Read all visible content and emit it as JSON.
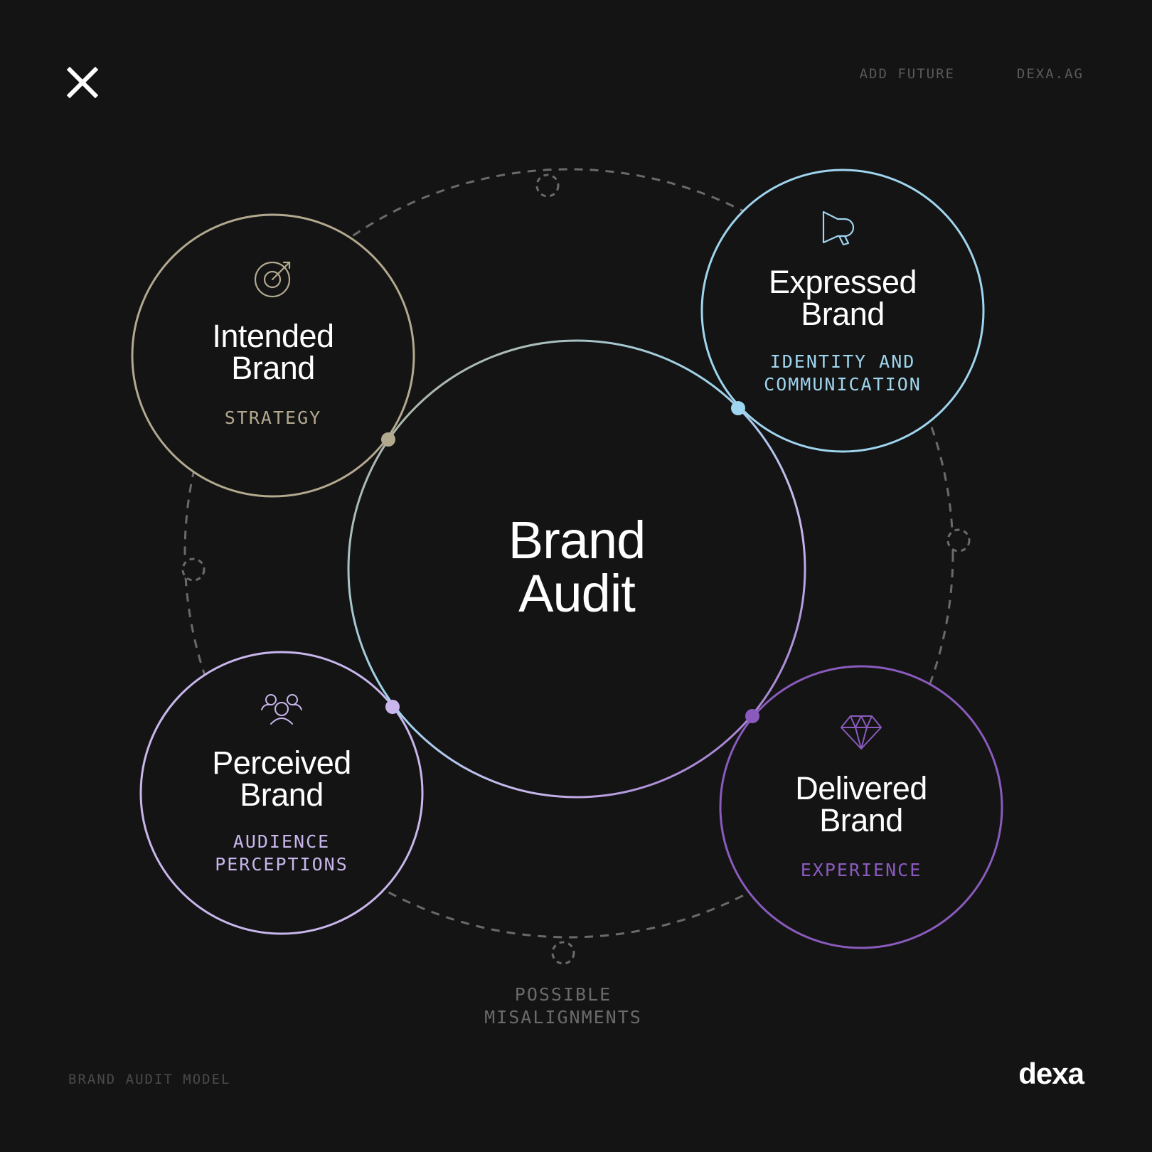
{
  "header": {
    "close_icon": "close-x-icon",
    "links": [
      "ADD FUTURE",
      "DEXA.AG"
    ]
  },
  "footer": {
    "caption": "BRAND AUDIT MODEL",
    "logo_text": "dexa"
  },
  "diagram": {
    "center": {
      "line1": "Brand",
      "line2": "Audit"
    },
    "nodes": {
      "intended": {
        "title1": "Intended",
        "title2": "Brand",
        "sub1": "STRATEGY",
        "sub2": "",
        "icon": "target-icon",
        "color": "#b3a98f"
      },
      "expressed": {
        "title1": "Expressed",
        "title2": "Brand",
        "sub1": "IDENTITY AND",
        "sub2": "COMMUNICATION",
        "icon": "megaphone-icon",
        "color": "#9fd5ee"
      },
      "perceived": {
        "title1": "Perceived",
        "title2": "Brand",
        "sub1": "AUDIENCE",
        "sub2": "PERCEPTIONS",
        "icon": "audience-icon",
        "color": "#c9b6ec"
      },
      "delivered": {
        "title1": "Delivered",
        "title2": "Brand",
        "sub1": "EXPERIENCE",
        "sub2": "",
        "icon": "diamond-icon",
        "color": "#8a5bbd"
      }
    },
    "outer_caption": {
      "line1": "POSSIBLE",
      "line2": "MISALIGNMENTS"
    }
  },
  "colors": {
    "background": "#141415",
    "text": "#ffffff",
    "muted": "#5a5a5c",
    "dashed": "#6a6a6c"
  }
}
